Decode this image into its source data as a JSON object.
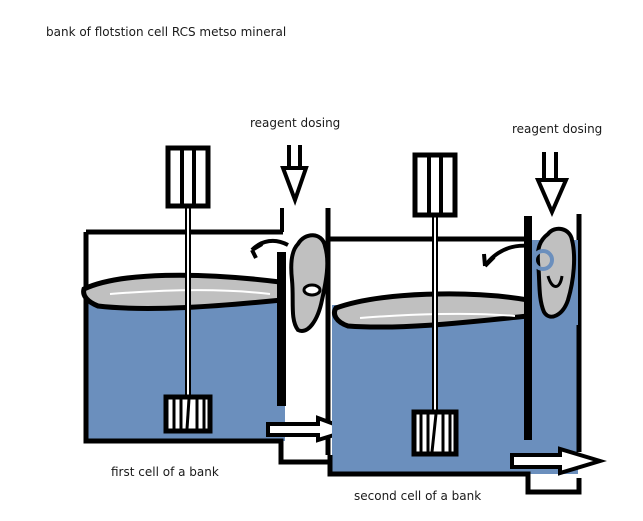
{
  "title": "bank of flotstion cell RCS metso mineral",
  "labels": {
    "reagent_dosing_1": "reagent dosing",
    "reagent_dosing_2": "reagent dosing",
    "first_cell": "first cell of a bank",
    "second_cell": "second cell of a bank"
  },
  "colors": {
    "water": "#6b8fbd",
    "froth": "#c0c0c0",
    "outline": "#000000",
    "ring": "#6b8fbd"
  }
}
